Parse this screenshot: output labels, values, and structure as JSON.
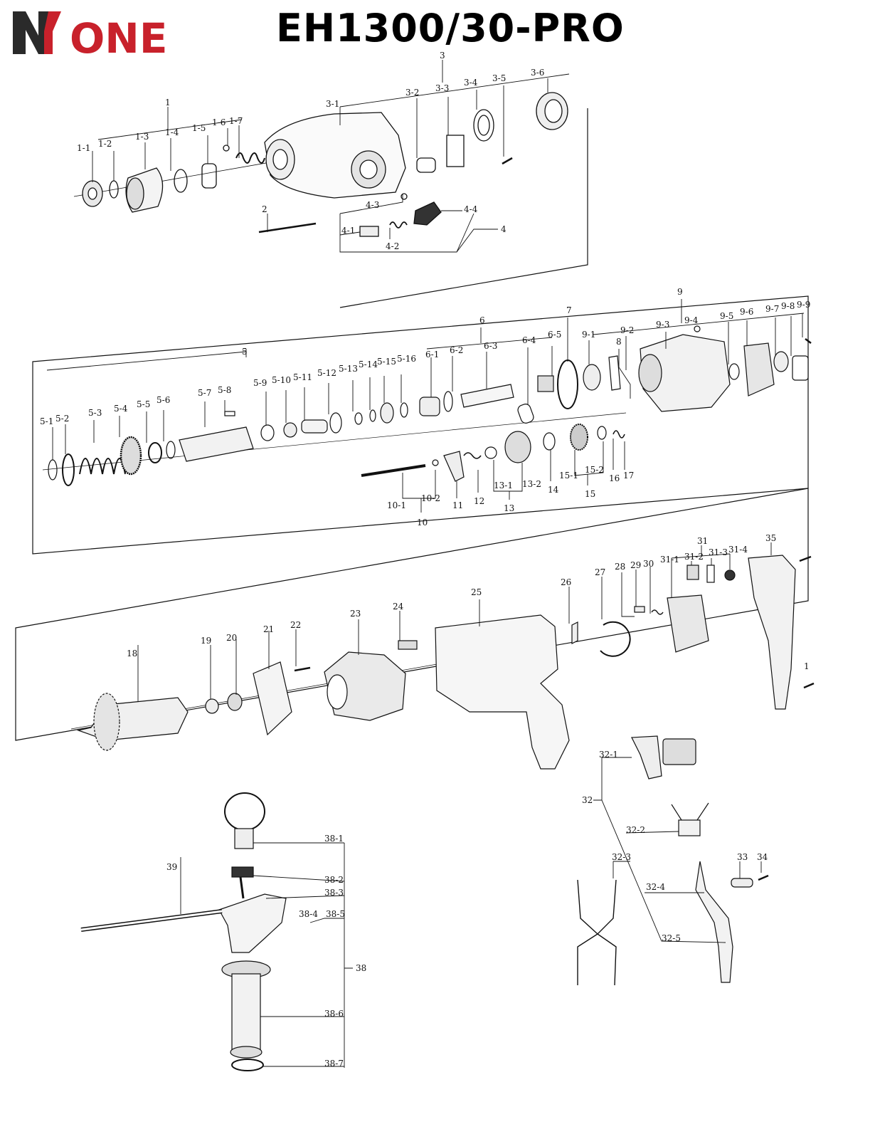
{
  "header": {
    "brand_text": "ONE",
    "model_title": "EH1300/30-PRO"
  },
  "colors": {
    "brand_red": "#c8212b",
    "brand_dark": "#2a2a2a",
    "line": "#111111"
  },
  "callouts": {
    "row1": [
      "1",
      "1-1",
      "1-2",
      "1-3",
      "1-4",
      "1-5",
      "1-6",
      "1-7",
      "2",
      "3",
      "3-1",
      "3-2",
      "3-3",
      "3-4",
      "3-5",
      "3-6",
      "4",
      "4-1",
      "4-2",
      "4-3",
      "4-4"
    ],
    "row2": [
      "5",
      "5-1",
      "5-2",
      "5-3",
      "5-4",
      "5-5",
      "5-6",
      "5-7",
      "5-8",
      "5-9",
      "5-10",
      "5-11",
      "5-12",
      "5-13",
      "5-14",
      "5-15",
      "5-16",
      "6",
      "6-1",
      "6-2",
      "6-3",
      "6-4",
      "6-5",
      "7",
      "8",
      "9",
      "9-1",
      "9-2",
      "9-3",
      "9-4",
      "9-5",
      "9-6",
      "9-7",
      "9-8",
      "9-9",
      "10",
      "10-1",
      "10-2",
      "11",
      "12",
      "13",
      "13-1",
      "13-2",
      "14",
      "15",
      "15-1",
      "15-2",
      "16",
      "17"
    ],
    "row3": [
      "18",
      "19",
      "20",
      "21",
      "22",
      "23",
      "24",
      "25",
      "26",
      "27",
      "28",
      "29",
      "30",
      "31",
      "31-1",
      "31-2",
      "31-3",
      "31-4",
      "35",
      "1"
    ],
    "row4": [
      "32",
      "32-1",
      "32-2",
      "32-3",
      "32-4",
      "32-5",
      "33",
      "34",
      "38",
      "38-1",
      "38-2",
      "38-3",
      "38-4",
      "38-5",
      "38-6",
      "38-7",
      "39"
    ]
  }
}
